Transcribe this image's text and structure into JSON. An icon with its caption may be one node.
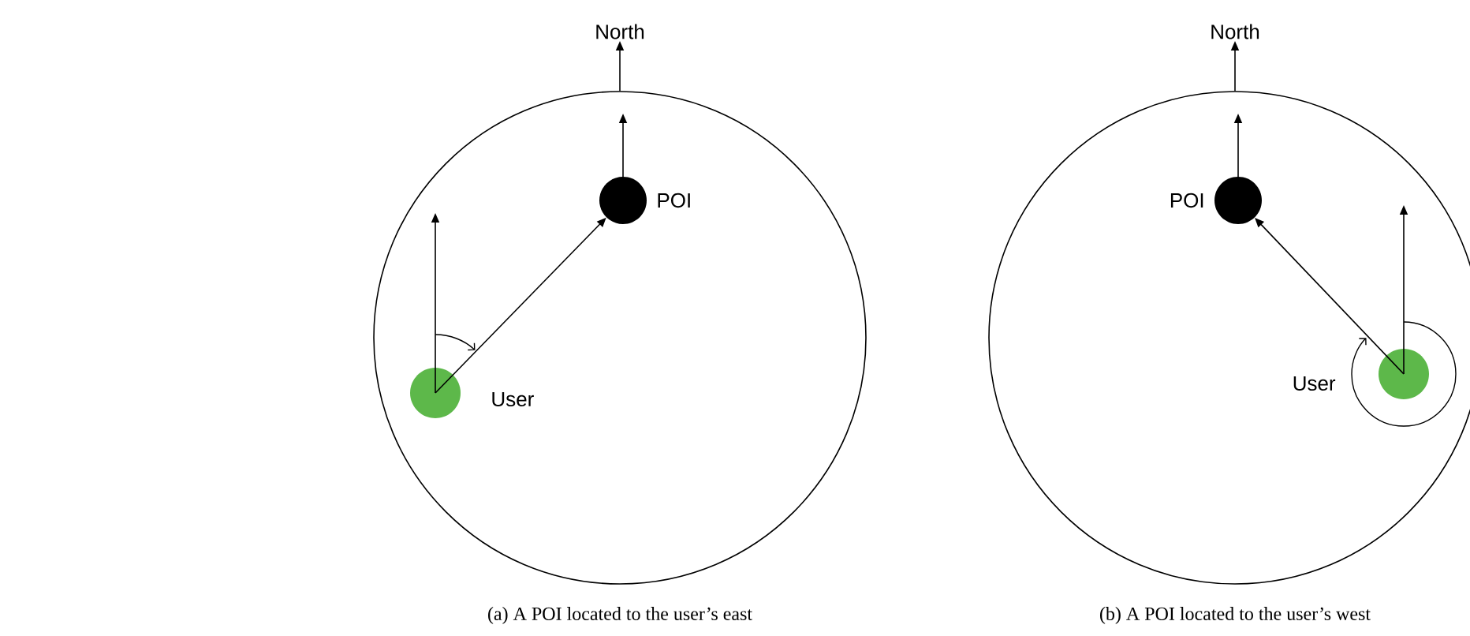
{
  "diagram": {
    "nodes": [
      {
        "text": [
          "North"
        ]
      },
      {
        "text": [],
        "shape": "circle"
      },
      {
        "text": [],
        "shape": "circle",
        "in": 1,
        "beside": [
          "POI"
        ]
      },
      {
        "text": [],
        "shape": "circle",
        "in": 1,
        "beside": [
          "User"
        ]
      },
      {
        "text": [
          "North"
        ]
      },
      {
        "text": [],
        "shape": "circle"
      },
      {
        "text": [],
        "shape": "circle",
        "in": 5,
        "beside": [
          "POI"
        ]
      },
      {
        "text": [],
        "shape": "circle",
        "in": 5,
        "beside": [
          "User"
        ]
      }
    ],
    "edges": [
      {
        "from": 1,
        "to": 0,
        "arrow": "to"
      },
      {
        "from": 3,
        "to": 2,
        "arrow": "to"
      },
      {
        "from": 5,
        "to": 4,
        "arrow": "to"
      },
      {
        "from": 7,
        "to": 6,
        "arrow": "to"
      }
    ],
    "labels": [
      "(a) A POI located to the user’s east",
      "(b) A POI located to the user’s west"
    ]
  }
}
